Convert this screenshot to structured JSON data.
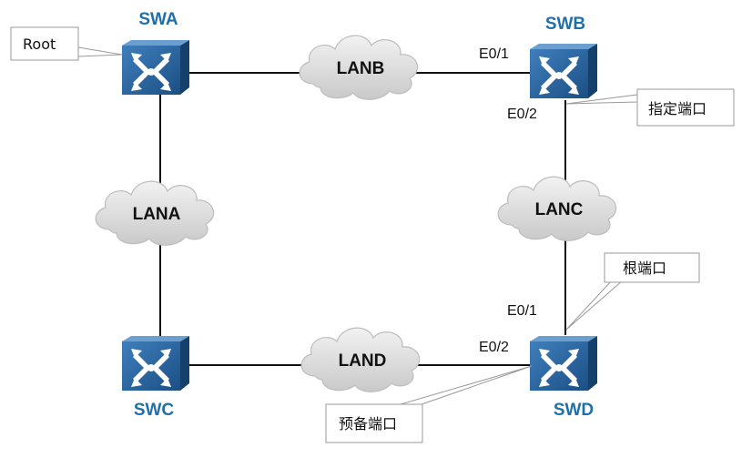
{
  "switches": {
    "swa": {
      "name": "SWA"
    },
    "swb": {
      "name": "SWB"
    },
    "swc": {
      "name": "SWC"
    },
    "swd": {
      "name": "SWD"
    }
  },
  "lans": {
    "lana": "LANA",
    "lanb": "LANB",
    "lanc": "LANC",
    "land": "LAND"
  },
  "ports": {
    "swb_e01": "E0/1",
    "swb_e02": "E0/2",
    "swd_e01": "E0/1",
    "swd_e02": "E0/2"
  },
  "callouts": {
    "root": "Root",
    "designated_port": "指定端口",
    "root_port": "根端口",
    "alternate_port": "预备端口"
  },
  "colors": {
    "switch_body": "#1f5c96",
    "switch_side": "#15406c",
    "link": "#111111",
    "cloud_fill": "#e4e4e4",
    "name_text": "#1f6fa9"
  }
}
